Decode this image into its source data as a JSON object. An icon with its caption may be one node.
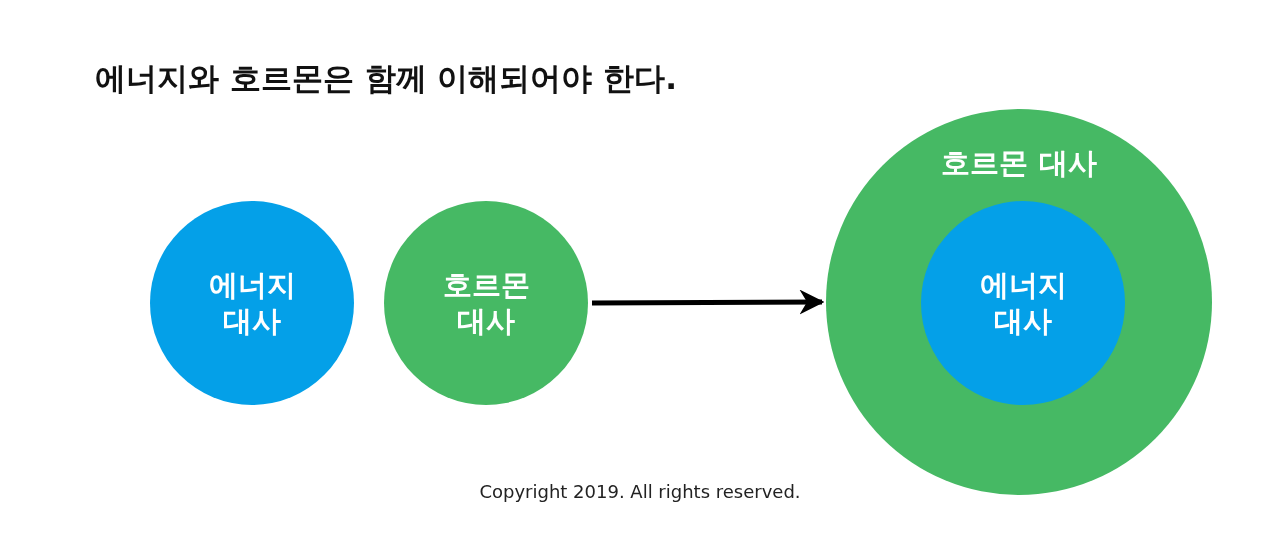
{
  "diagram": {
    "title": "에너지와 호르몬은 함께 이해되어야 한다.",
    "nodes": [
      {
        "text": [
          "에너지 대사"
        ]
      },
      {
        "text": [
          "호르몬 대사"
        ]
      },
      {
        "text": [
          "호르몬 대사"
        ]
      },
      {
        "text": [
          "에너지 대사"
        ],
        "in": 2
      }
    ],
    "edges": [
      {
        "from": 1,
        "to": 2,
        "arrow": "to"
      }
    ],
    "labels": [
      "Copyright 2019. All rights reserved."
    ]
  }
}
